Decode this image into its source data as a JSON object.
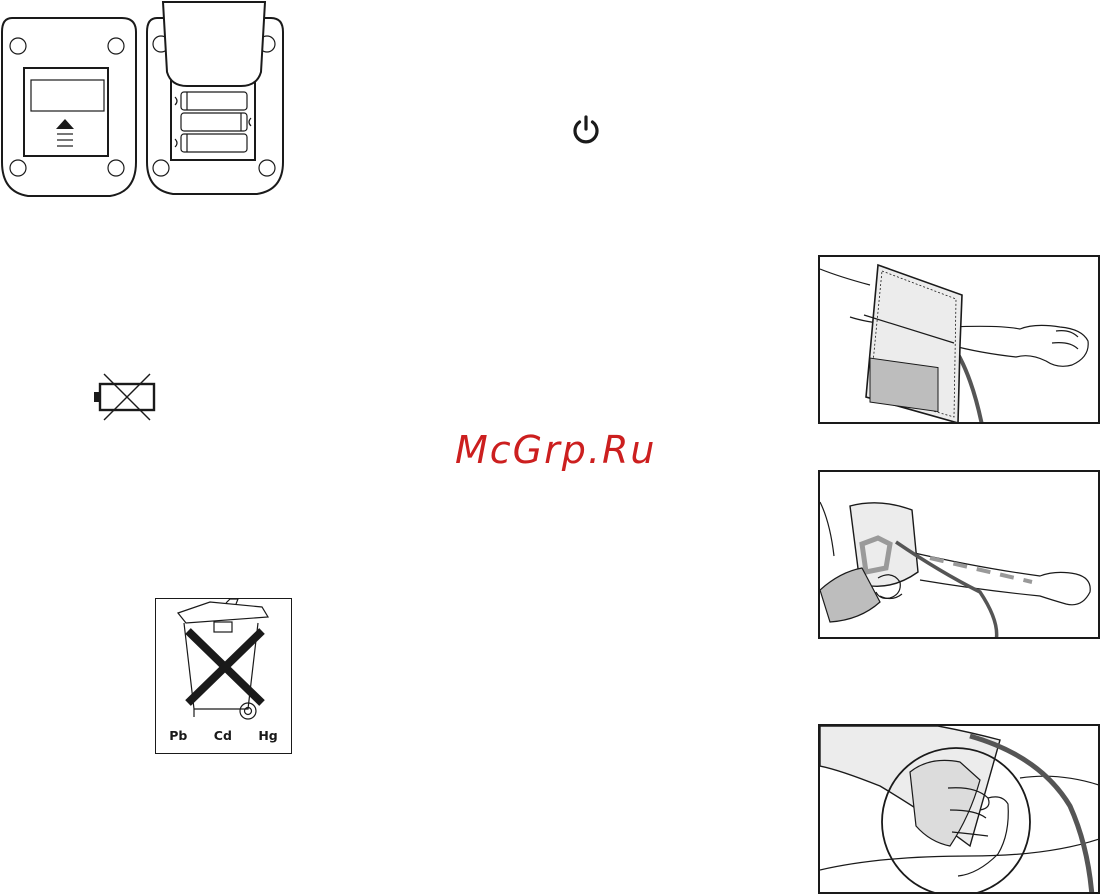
{
  "watermark": {
    "text": "McGrp.Ru"
  },
  "disposal_symbol": {
    "labels": [
      "Pb",
      "Cd",
      "Hg"
    ]
  },
  "icons": {
    "power": "power-icon",
    "battery_crossed": "battery-crossed-icon",
    "weee": "crossed-out-wheelie-bin-icon"
  },
  "colors": {
    "watermark": "#cc1f1f",
    "line_art": "#1a1a1a",
    "cuff_fill": "#ececec",
    "tube": "#555555"
  }
}
